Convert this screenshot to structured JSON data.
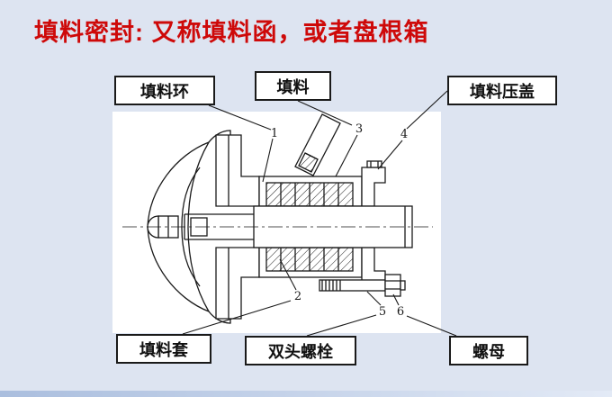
{
  "slide": {
    "title": "填料密封: 又称填料函，或者盘根箱"
  },
  "labels": {
    "packing_ring": "填料环",
    "packing": "填料",
    "packing_gland": "填料压盖",
    "packing_sleeve": "填料套",
    "stud_bolt": "双头螺栓",
    "nut": "螺母"
  },
  "callouts": {
    "c1": "1",
    "c2": "2",
    "c3": "3",
    "c4": "4",
    "c5": "5",
    "c6": "6"
  },
  "colors": {
    "title_red": "#ce0909",
    "background": "#dde4f1",
    "ink": "#1a1a1a",
    "canvas": "#ffffff"
  }
}
